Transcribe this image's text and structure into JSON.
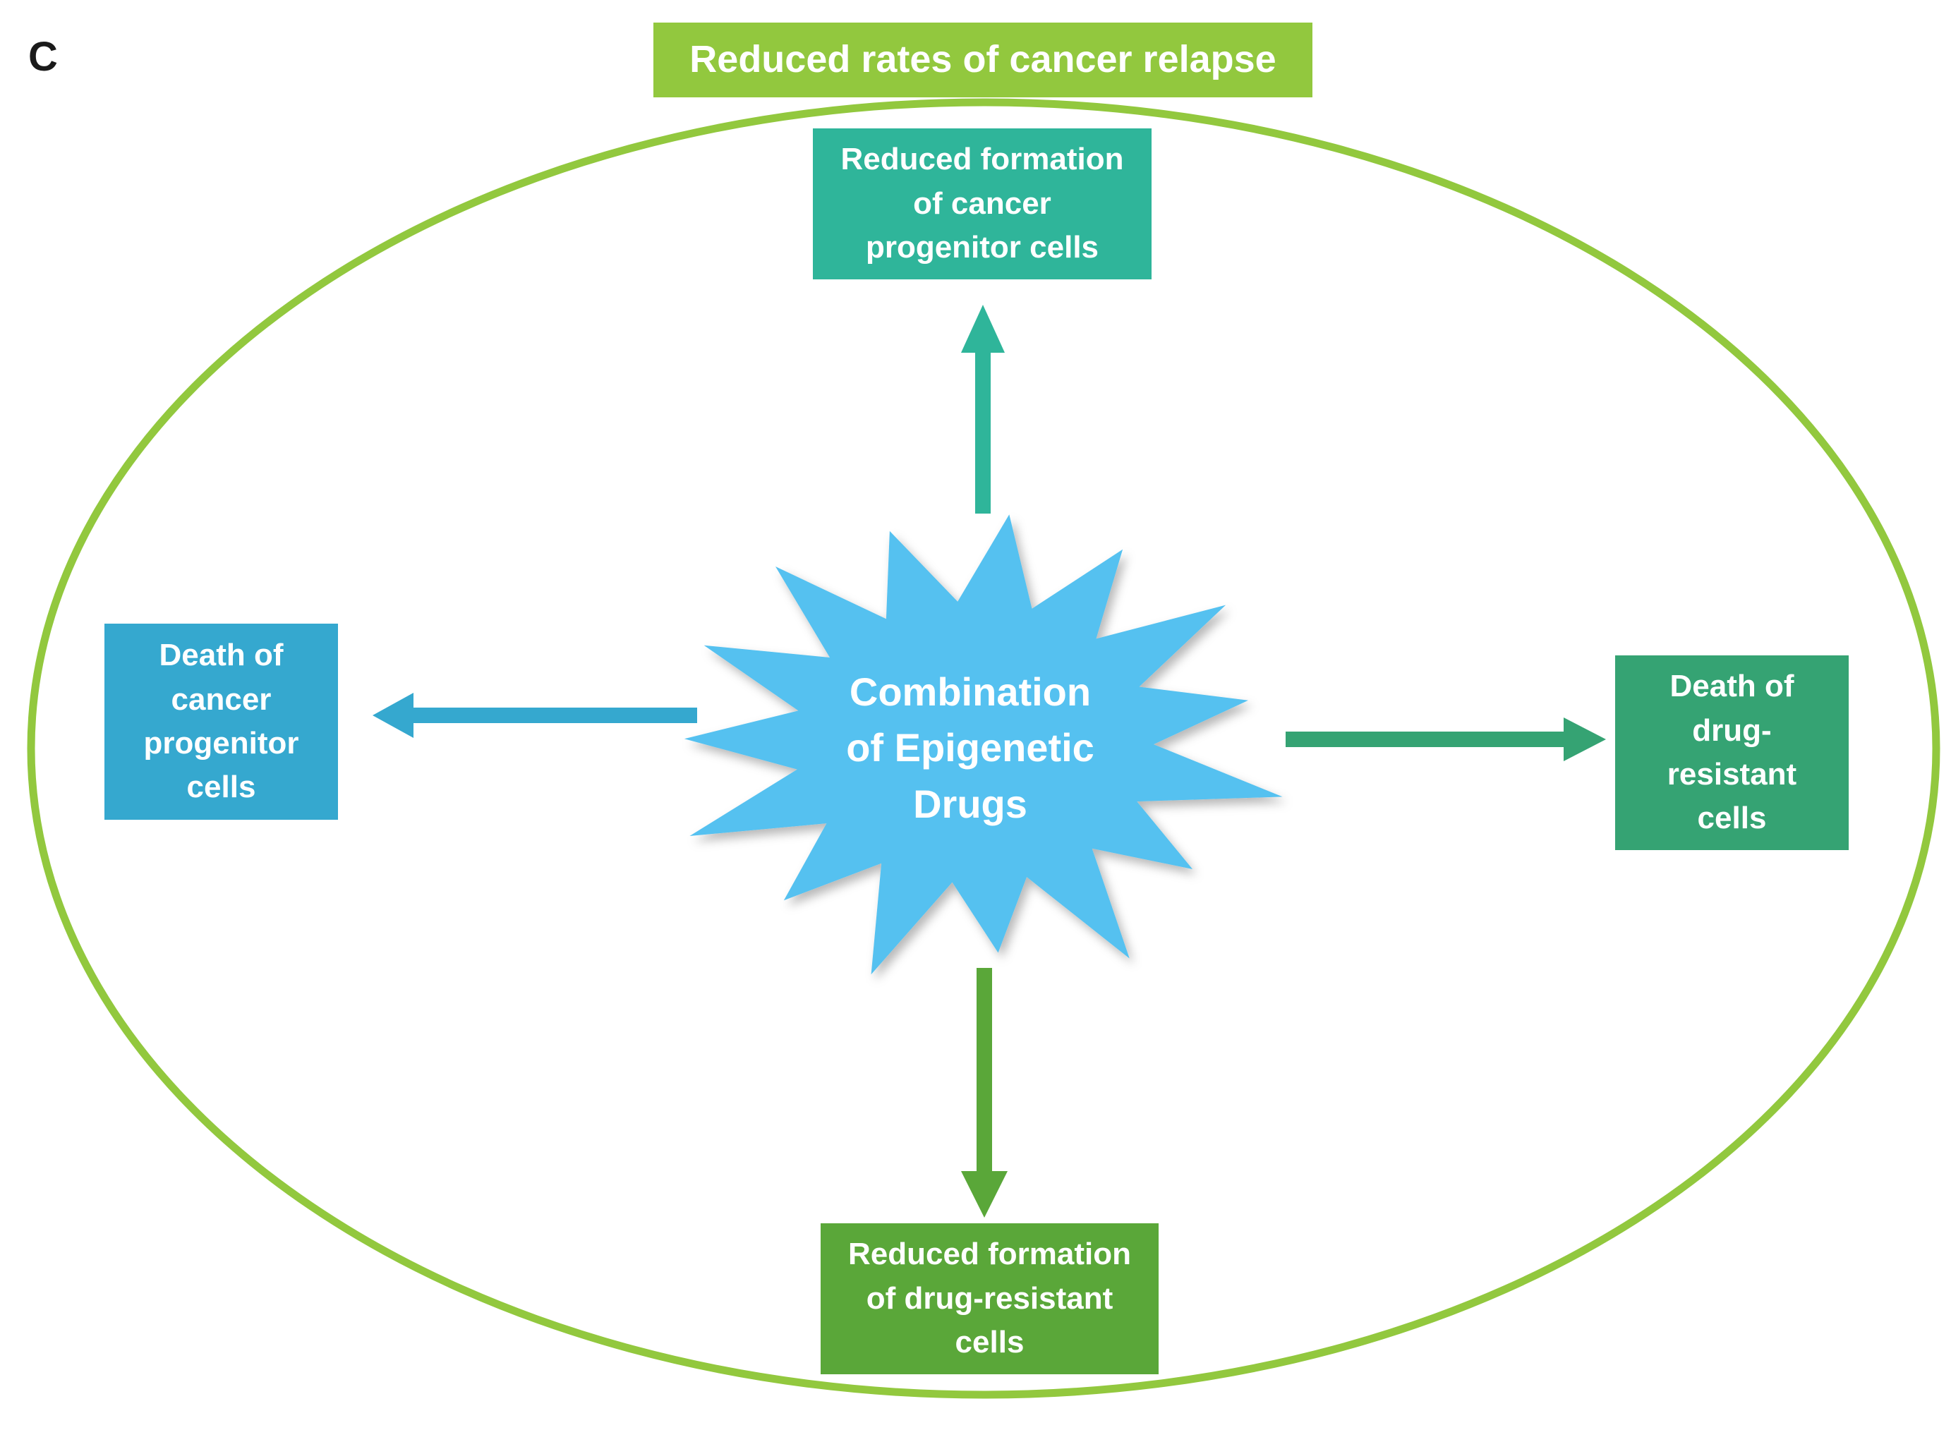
{
  "panel_letter": "C",
  "title": "Reduced rates of cancer relapse",
  "center": {
    "label": "Combination\nof Epigenetic\nDrugs"
  },
  "outcomes": {
    "top": "Reduced formation\nof cancer\nprogenitor cells",
    "left": "Death of\ncancer\nprogenitor\ncells",
    "right": "Death of\ndrug-\nresistant\ncells",
    "bottom": "Reduced formation\nof drug-resistant\ncells"
  },
  "colors": {
    "ellipse": "#92c83e",
    "title_bg": "#92c83e",
    "starburst": "#54c1f0",
    "top": "#2fb59a",
    "left": "#35a8cf",
    "right": "#35a373",
    "bottom": "#5aa739"
  }
}
